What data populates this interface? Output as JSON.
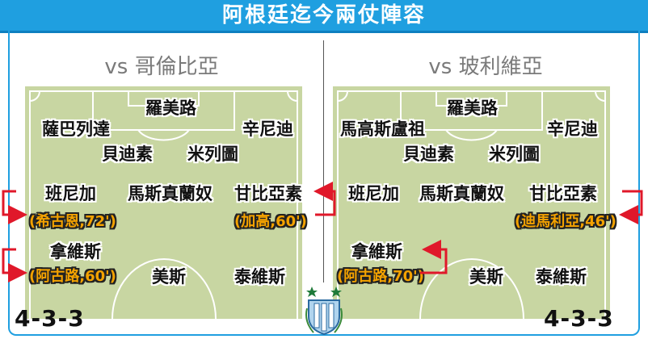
{
  "title": "阿根廷迄今兩仗陣容",
  "matches": [
    {
      "opponent": "vs 哥倫比亞",
      "formation": "4-3-3",
      "players": {
        "p_top": "羅美路",
        "p_left_def": "薩巴列達",
        "p_right_def": "辛尼迪",
        "p_mid1": "貝迪素",
        "p_mid2": "米列圖",
        "p_row4_left": "班尼加",
        "p_row4_mid": "馬斯真蘭奴",
        "p_row4_right": "甘比亞素",
        "p_row5_left": "拿維斯",
        "p_bot_mid": "美斯",
        "p_bot_right": "泰維斯"
      },
      "subs": {
        "sub_row4_left": "(希古恩,72')",
        "sub_row4_right": "(加高,60')",
        "sub_row5_left": "(阿古路,60')"
      }
    },
    {
      "opponent": "vs 玻利維亞",
      "formation": "4-3-3",
      "players": {
        "p_top": "羅美路",
        "p_left_def": "馬高斯盧祖",
        "p_right_def": "辛尼迪",
        "p_mid1": "貝迪素",
        "p_mid2": "米列圖",
        "p_row4_left": "班尼加",
        "p_row4_mid": "馬斯真蘭奴",
        "p_row4_right": "甘比亞素",
        "p_row5_left": "拿維斯",
        "p_bot_mid": "美斯",
        "p_bot_right": "泰維斯"
      },
      "subs": {
        "sub_row4_right": "(迪馬利亞,46')",
        "sub_row5_left": "(阿古路,70')"
      }
    }
  ],
  "colors": {
    "accent": "#1f9fe0",
    "pitch": "#c8d6a2",
    "arrow": "#e0182a",
    "sub_text": "#f4a200"
  },
  "icons": {
    "crest": "afa-crest-icon"
  }
}
